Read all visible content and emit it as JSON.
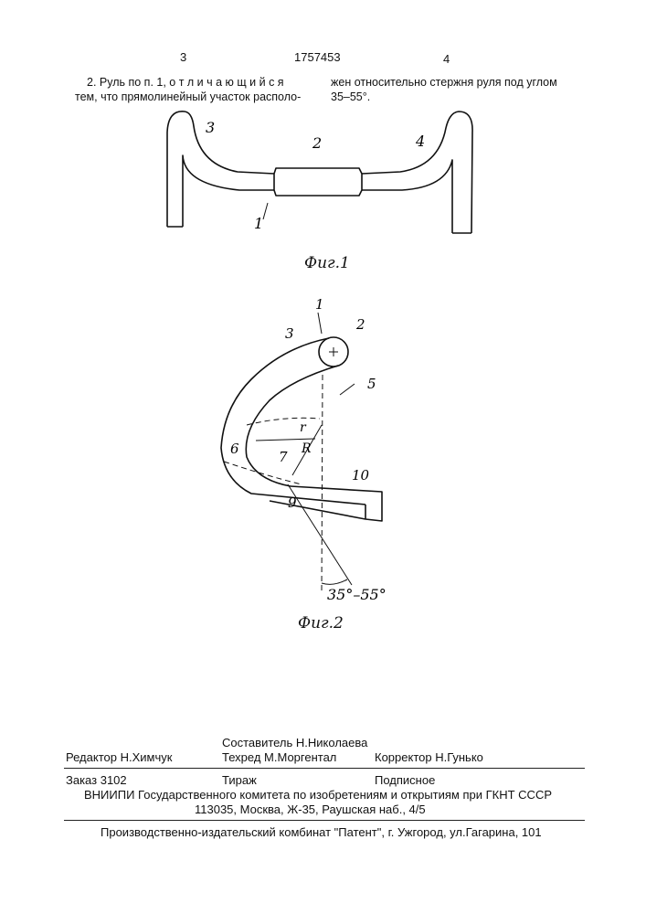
{
  "header": {
    "left_page_num": "3",
    "patent_number": "1757453",
    "right_page_num": "4"
  },
  "claim": {
    "left_line1": "2. Руль по п. 1, о т л и ч а ю щ и й с я",
    "left_line2": "тем, что прямолинейный участок располо-",
    "right_line1": "жен относительно стержня руля под углом",
    "right_line2": "35–55°."
  },
  "figure1": {
    "caption": "Фиг.1",
    "labels": {
      "l1": "1",
      "l2": "2",
      "l3": "3",
      "l4": "4"
    }
  },
  "figure2": {
    "caption": "Фиг.2",
    "angle_label": "35°–55°",
    "labels": {
      "l1": "1",
      "l2": "2",
      "l3": "3",
      "l5": "5",
      "l6": "6",
      "l7": "7",
      "l9": "9",
      "l10": "10",
      "lr": "r",
      "lR": "R"
    }
  },
  "imprint": {
    "compiler": "Составитель Н.Николаева",
    "editor": "Редактор Н.Химчук",
    "techred": "Техред М.Моргентал",
    "corrector": "Корректор  Н.Гунько",
    "order": "Заказ 3102",
    "circulation": "Тираж",
    "subscription": "Подписное",
    "vniipi": "ВНИИПИ Государственного комитета по изобретениям и открытиям при ГКНТ СССР",
    "address": "113035, Москва, Ж-35, Раушская наб., 4/5",
    "publisher": "Производственно-издательский комбинат \"Патент\", г. Ужгород, ул.Гагарина, 101"
  }
}
